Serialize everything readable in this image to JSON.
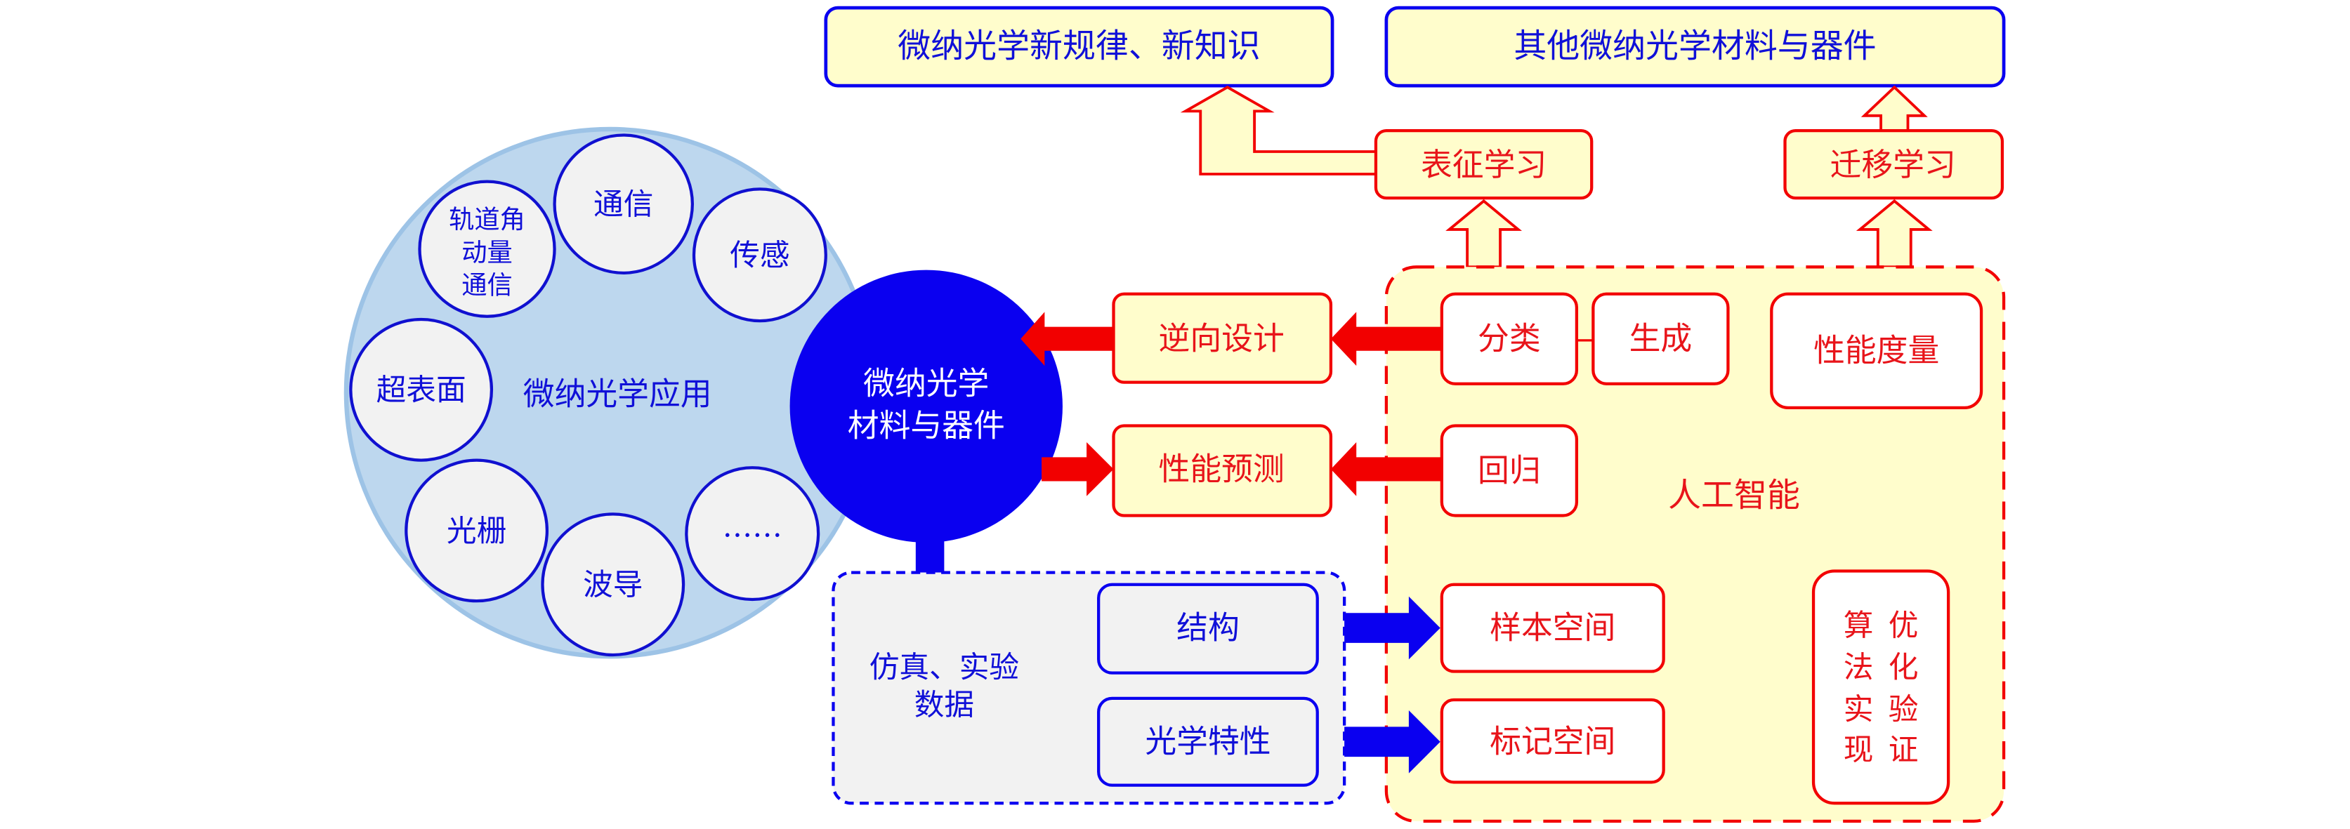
{
  "colors": {
    "blue": "#0a00f0",
    "red": "#f20000",
    "light_blue_fill": "#bdd7ee",
    "light_blue_stroke": "#9dc3e6",
    "grey_fill": "#f2f2f2",
    "cream_fill": "#fffdcc",
    "white": "#ffffff"
  },
  "outputs": {
    "new_knowledge": "微纳光学新规律、新知识",
    "other_materials": "其他微纳光学材料与器件"
  },
  "learning": {
    "representation": "表征学习",
    "transfer": "迁移学习"
  },
  "applications": {
    "title": "微纳光学应用",
    "items": [
      "轨道角",
      "动量",
      "通信"
    ],
    "oam_lines": [
      "轨道角",
      "动量",
      "通信"
    ],
    "communication": "通信",
    "sensing": "传感",
    "metasurface": "超表面",
    "grating": "光栅",
    "waveguide": "波导",
    "more": "……"
  },
  "core": {
    "line1": "微纳光学",
    "line2": "材料与器件"
  },
  "tasks": {
    "inverse_design": "逆向设计",
    "performance_prediction": "性能预测"
  },
  "ai": {
    "title": "人工智能",
    "classification": "分类",
    "generation": "生成",
    "performance_metric": "性能度量",
    "regression": "回归",
    "sample_space": "样本空间",
    "label_space": "标记空间",
    "algorithm_col1": [
      "算",
      "法",
      "实",
      "现"
    ],
    "algorithm_col2": [
      "优",
      "化",
      "验",
      "证"
    ]
  },
  "data": {
    "title_line1": "仿真、实验",
    "title_line2": "数据",
    "structure": "结构",
    "optical_properties": "光学特性"
  }
}
